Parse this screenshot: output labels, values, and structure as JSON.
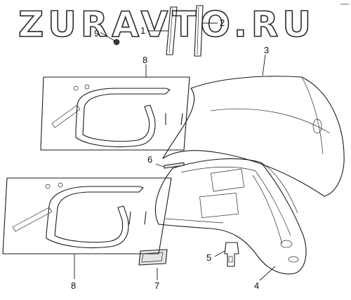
{
  "watermark": "ZURAVTO.RU",
  "callouts": {
    "c1": "1",
    "c2": "2",
    "c3": "3",
    "c4": "4",
    "c5": "5",
    "c6": "6",
    "c7": "7",
    "c8_top": "8",
    "c8_bottom": "8",
    "c9": "9"
  }
}
